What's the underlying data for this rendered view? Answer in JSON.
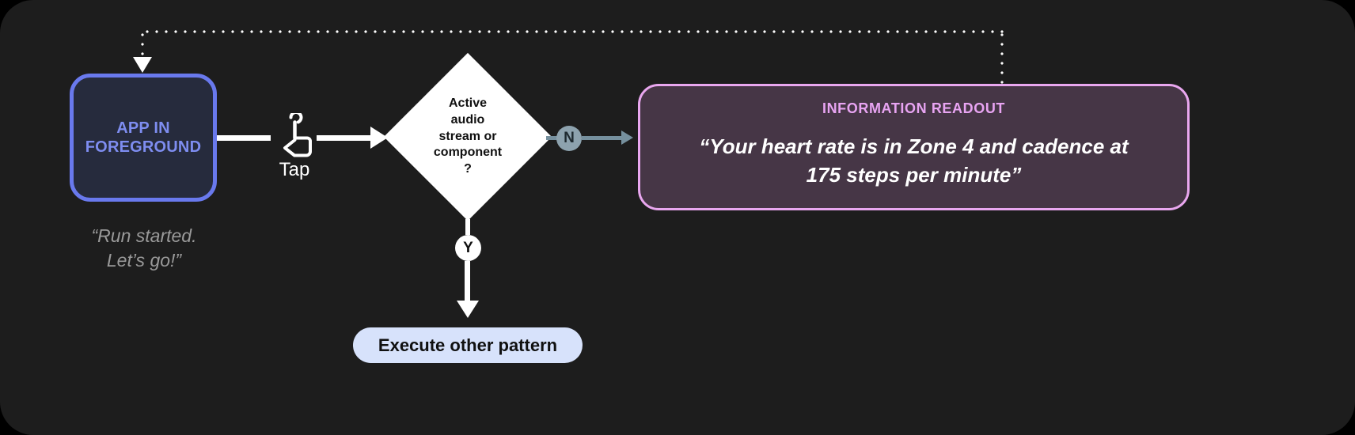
{
  "canvas": {
    "background": "#1d1d1d",
    "page_background": "#000000"
  },
  "nodes": {
    "app": {
      "label_line1": "APP IN",
      "label_line2": "FOREGROUND",
      "caption_line1": "“Run started.",
      "caption_line2": "Let’s go!”",
      "fill": "#262b3d",
      "border": "#6979ed",
      "text_color": "#7e8df0"
    },
    "gesture": {
      "icon": "tap-hand-icon",
      "label": "Tap"
    },
    "decision": {
      "line1": "Active",
      "line2": "audio",
      "line3": "stream or",
      "line4": "component",
      "line5": "?",
      "fill": "#ffffff",
      "text_color": "#101010"
    },
    "branch_no": {
      "badge": "N",
      "badge_fill": "#8da2ae",
      "badge_text": "#1f2a30",
      "connector_color": "#76909e"
    },
    "branch_yes": {
      "badge": "Y",
      "badge_fill": "#ffffff",
      "badge_text": "#101010",
      "connector_color": "#ffffff"
    },
    "readout": {
      "title": "INFORMATION READOUT",
      "body_line1": "“Your heart rate is in Zone 4 and cadence at",
      "body_line2": "175 steps per minute”",
      "fill": "#463646",
      "border": "#e9a7ef",
      "title_color": "#e8a4f2",
      "body_color": "#ffffff"
    },
    "execute": {
      "label": "Execute other pattern",
      "fill": "#d7e2fb",
      "text_color": "#101010"
    }
  },
  "connectors": {
    "feedback_loop_style": "dotted",
    "feedback_loop_color": "#ffffff"
  }
}
